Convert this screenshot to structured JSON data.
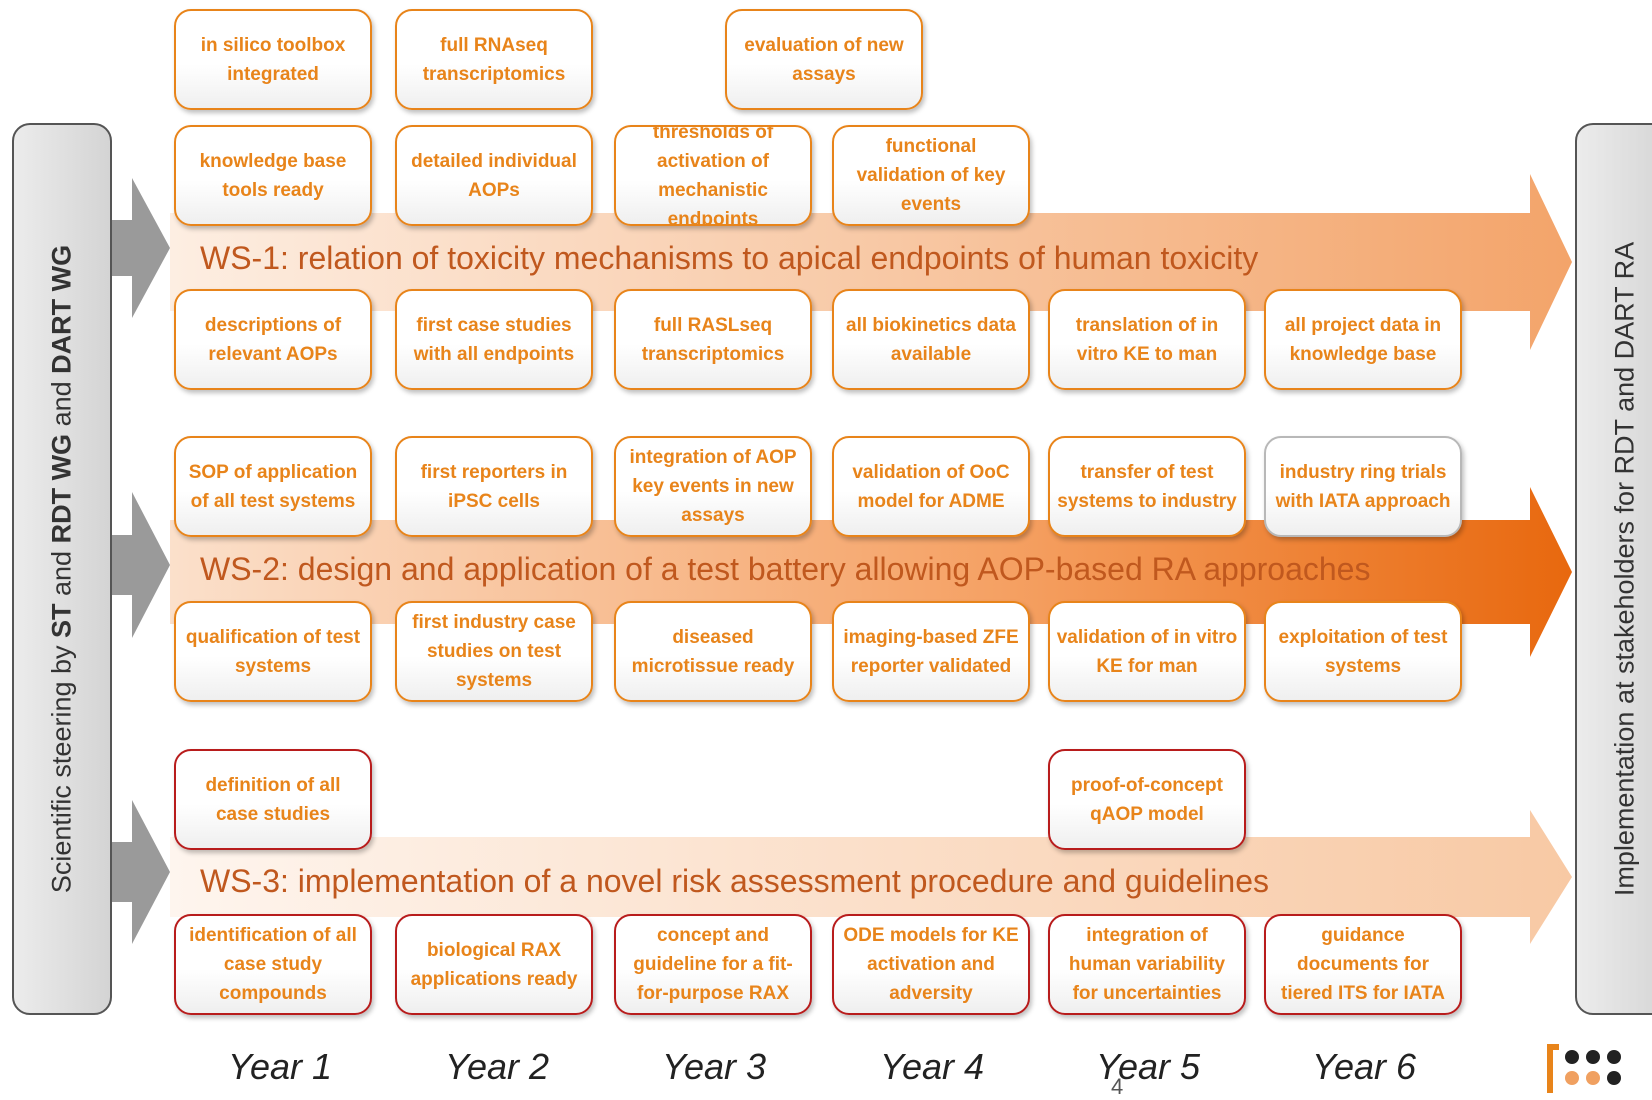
{
  "left_panel": {
    "part1": "Scientific steering by ",
    "st": "ST",
    "part2": " and ",
    "rdt": "RDT WG",
    "part3": " and ",
    "dart": "DART WG"
  },
  "right_panel": {
    "text": "Implementation at stakeholders for RDT and DART RA"
  },
  "workstreams": [
    {
      "label": "WS-1: relation of toxicity mechanisms to apical endpoints of human toxicity"
    },
    {
      "label": "WS-2: design and application of a test battery allowing AOP-based RA approaches"
    },
    {
      "label": "WS-3: implementation of a novel risk assessment procedure and guidelines"
    }
  ],
  "milestones": [
    {
      "text": "in silico toolbox integrated"
    },
    {
      "text": "full RNAseq transcriptomics"
    },
    {
      "text": "evaluation of new assays"
    },
    {
      "text": "knowledge base tools ready"
    },
    {
      "text": "detailed individual AOPs"
    },
    {
      "text": "thresholds of activation of mechanistic endpoints"
    },
    {
      "text": "functional validation of key events"
    },
    {
      "text": "descriptions of relevant AOPs"
    },
    {
      "text": "first case studies with all endpoints"
    },
    {
      "text": "full RASLseq transcriptomics"
    },
    {
      "text": "all biokinetics data available"
    },
    {
      "text": "translation of in vitro KE to man"
    },
    {
      "text": "all project data in knowledge base"
    },
    {
      "text": "SOP of application of all test systems"
    },
    {
      "text": "first reporters in iPSC cells"
    },
    {
      "text": "integration of AOP key events in new assays"
    },
    {
      "text": "validation of OoC model for ADME"
    },
    {
      "text": "transfer of test systems to industry"
    },
    {
      "text": "industry ring trials with IATA approach"
    },
    {
      "text": "qualification of test systems"
    },
    {
      "text": "first industry case studies on test systems"
    },
    {
      "text": "diseased microtissue ready"
    },
    {
      "text": "imaging-based ZFE reporter validated"
    },
    {
      "text": "validation of in vitro KE for man"
    },
    {
      "text": "exploitation of test systems"
    },
    {
      "text": "definition of all case studies"
    },
    {
      "text": "proof-of-concept qAOP model"
    },
    {
      "text": "identification of all case study compounds"
    },
    {
      "text": "biological RAX applications ready"
    },
    {
      "text": "concept and guideline for a fit-for-purpose RAX"
    },
    {
      "text": "ODE models for KE activation and adversity"
    },
    {
      "text": "integration of human variability for uncertainties"
    },
    {
      "text": "guidance documents for tiered ITS for IATA"
    }
  ],
  "years": [
    "Year 1",
    "Year 2",
    "Year 3",
    "Year 4",
    "Year 5",
    "Year 6"
  ],
  "page_number": "4",
  "colors": {
    "accent_orange": "#e8841a",
    "dark_orange": "#e86f10",
    "ws3_red_border": "#b81c1c",
    "ws_text": "#c0581e",
    "steering_arrow_gray": "#9a9a9a"
  },
  "icons": {
    "logo": "dot-grid-logo"
  }
}
